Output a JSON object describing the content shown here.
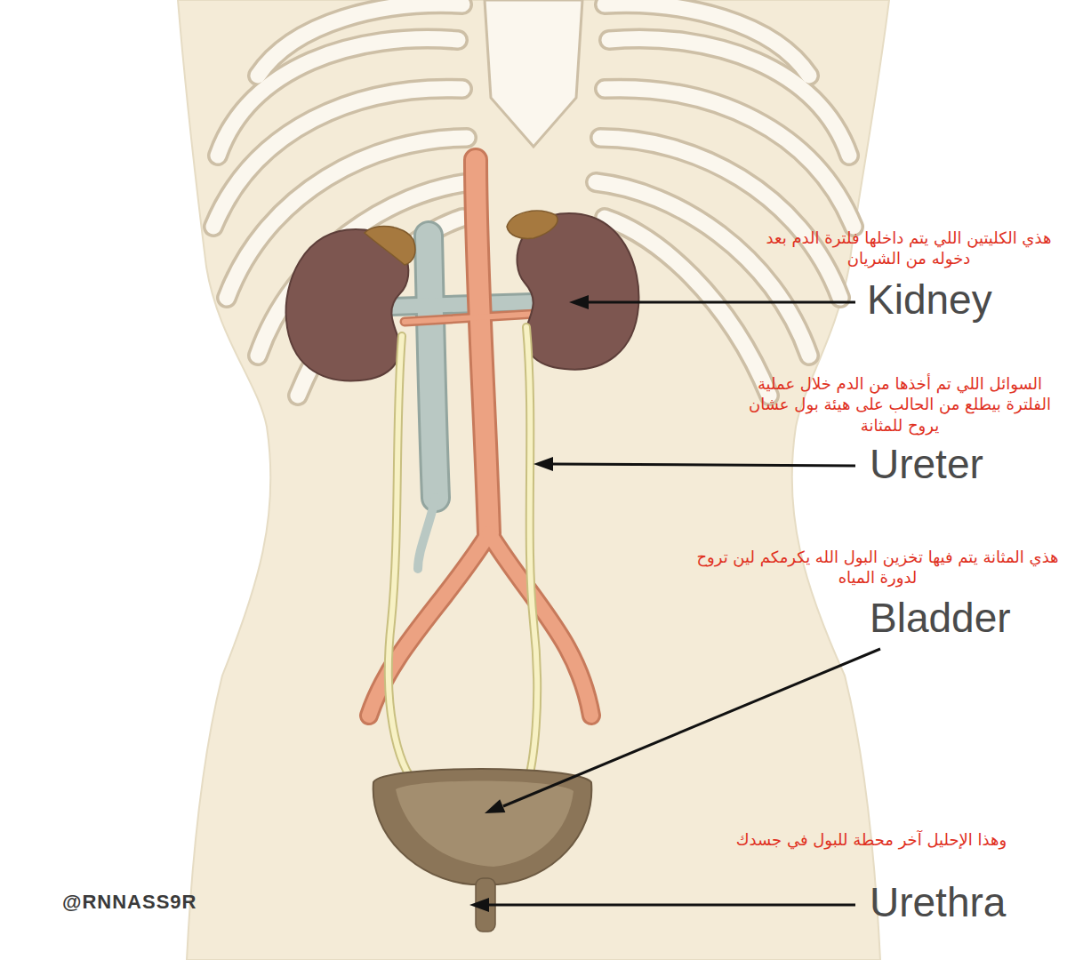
{
  "diagram": {
    "labels": [
      "هذي الكليتين اللي يتم داخلها فلترة الدم بعد دخوله من الشريان",
      "Kidney",
      "السوائل اللي تم أخذها من الدم خلال عملية الفلترة بيطلع من الحالب على هيئة بول عشان يروح للمثانة",
      "Ureter",
      "هذي المثانة يتم فيها تخزين البول الله يكرمكم لين تروح لدورة المياه",
      "Bladder",
      "وهذا الإحليل آخر محطة للبول في جسدك",
      "Urethra",
      "@RNNASS9R"
    ]
  }
}
